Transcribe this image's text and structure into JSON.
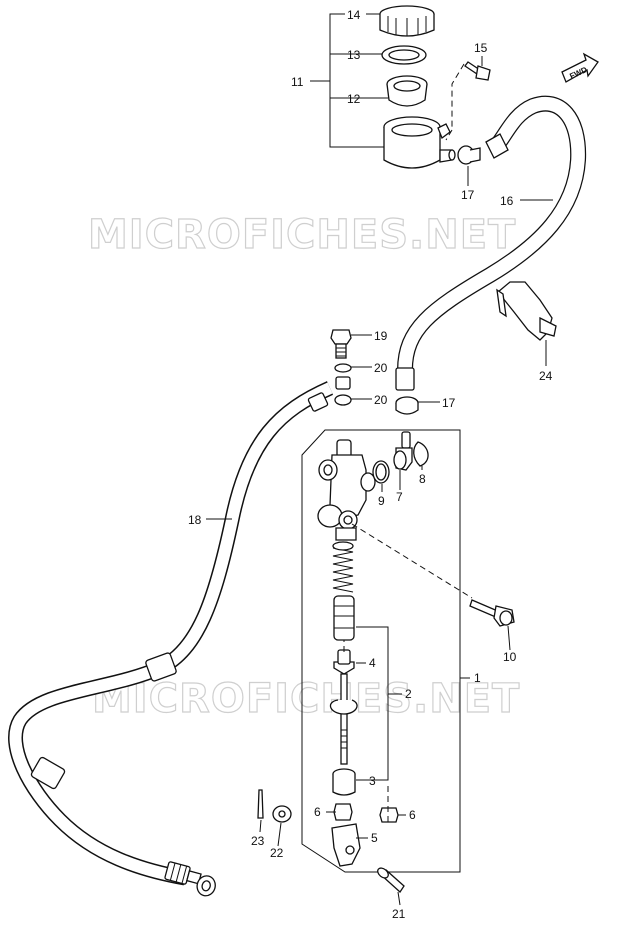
{
  "watermark": "MICROFICHES.NET",
  "fwd_label": "FWD",
  "callouts": {
    "c1": "1",
    "c2": "2",
    "c3": "3",
    "c4": "4",
    "c5": "5",
    "c6a": "6",
    "c6b": "6",
    "c7": "7",
    "c8": "8",
    "c9": "9",
    "c10": "10",
    "c11": "11",
    "c12": "12",
    "c13": "13",
    "c14": "14",
    "c15": "15",
    "c16": "16",
    "c17a": "17",
    "c17b": "17",
    "c18": "18",
    "c19": "19",
    "c20a": "20",
    "c20b": "20",
    "c21": "21",
    "c22": "22",
    "c23": "23",
    "c24": "24"
  }
}
